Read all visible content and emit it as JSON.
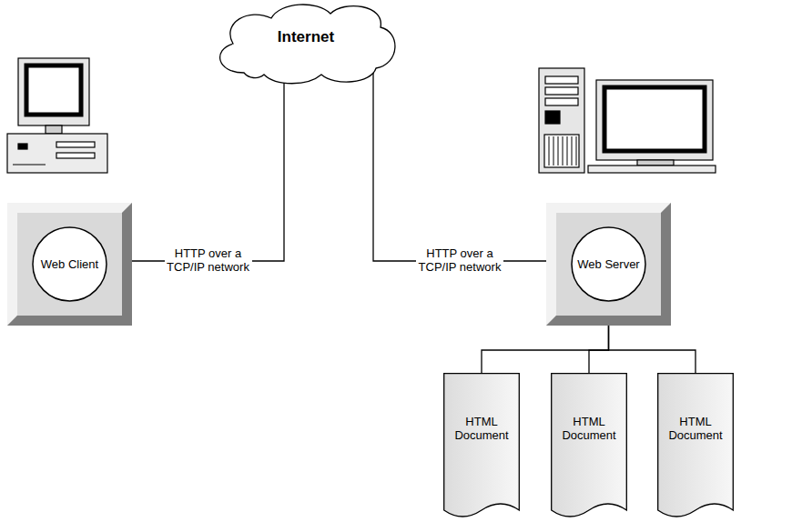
{
  "diagram": {
    "nodes": [
      {
        "text": [
          "Internet"
        ]
      },
      {
        "text": [
          "Web Client"
        ]
      },
      {
        "text": [
          "Web Server"
        ]
      },
      {
        "text": [
          "HTML Document"
        ]
      },
      {
        "text": [
          "HTML Document"
        ]
      },
      {
        "text": [
          "HTML Document"
        ]
      }
    ],
    "edges": [
      {
        "from": 1,
        "to": 0,
        "arrow": "none",
        "label": "HTTP over a TCP/IP network"
      },
      {
        "from": 0,
        "to": 2,
        "arrow": "none",
        "label": "HTTP over a TCP/IP network"
      },
      {
        "from": 2,
        "to": 3,
        "arrow": "none"
      },
      {
        "from": 2,
        "to": 4,
        "arrow": "none"
      },
      {
        "from": 2,
        "to": 5,
        "arrow": "none"
      }
    ]
  }
}
